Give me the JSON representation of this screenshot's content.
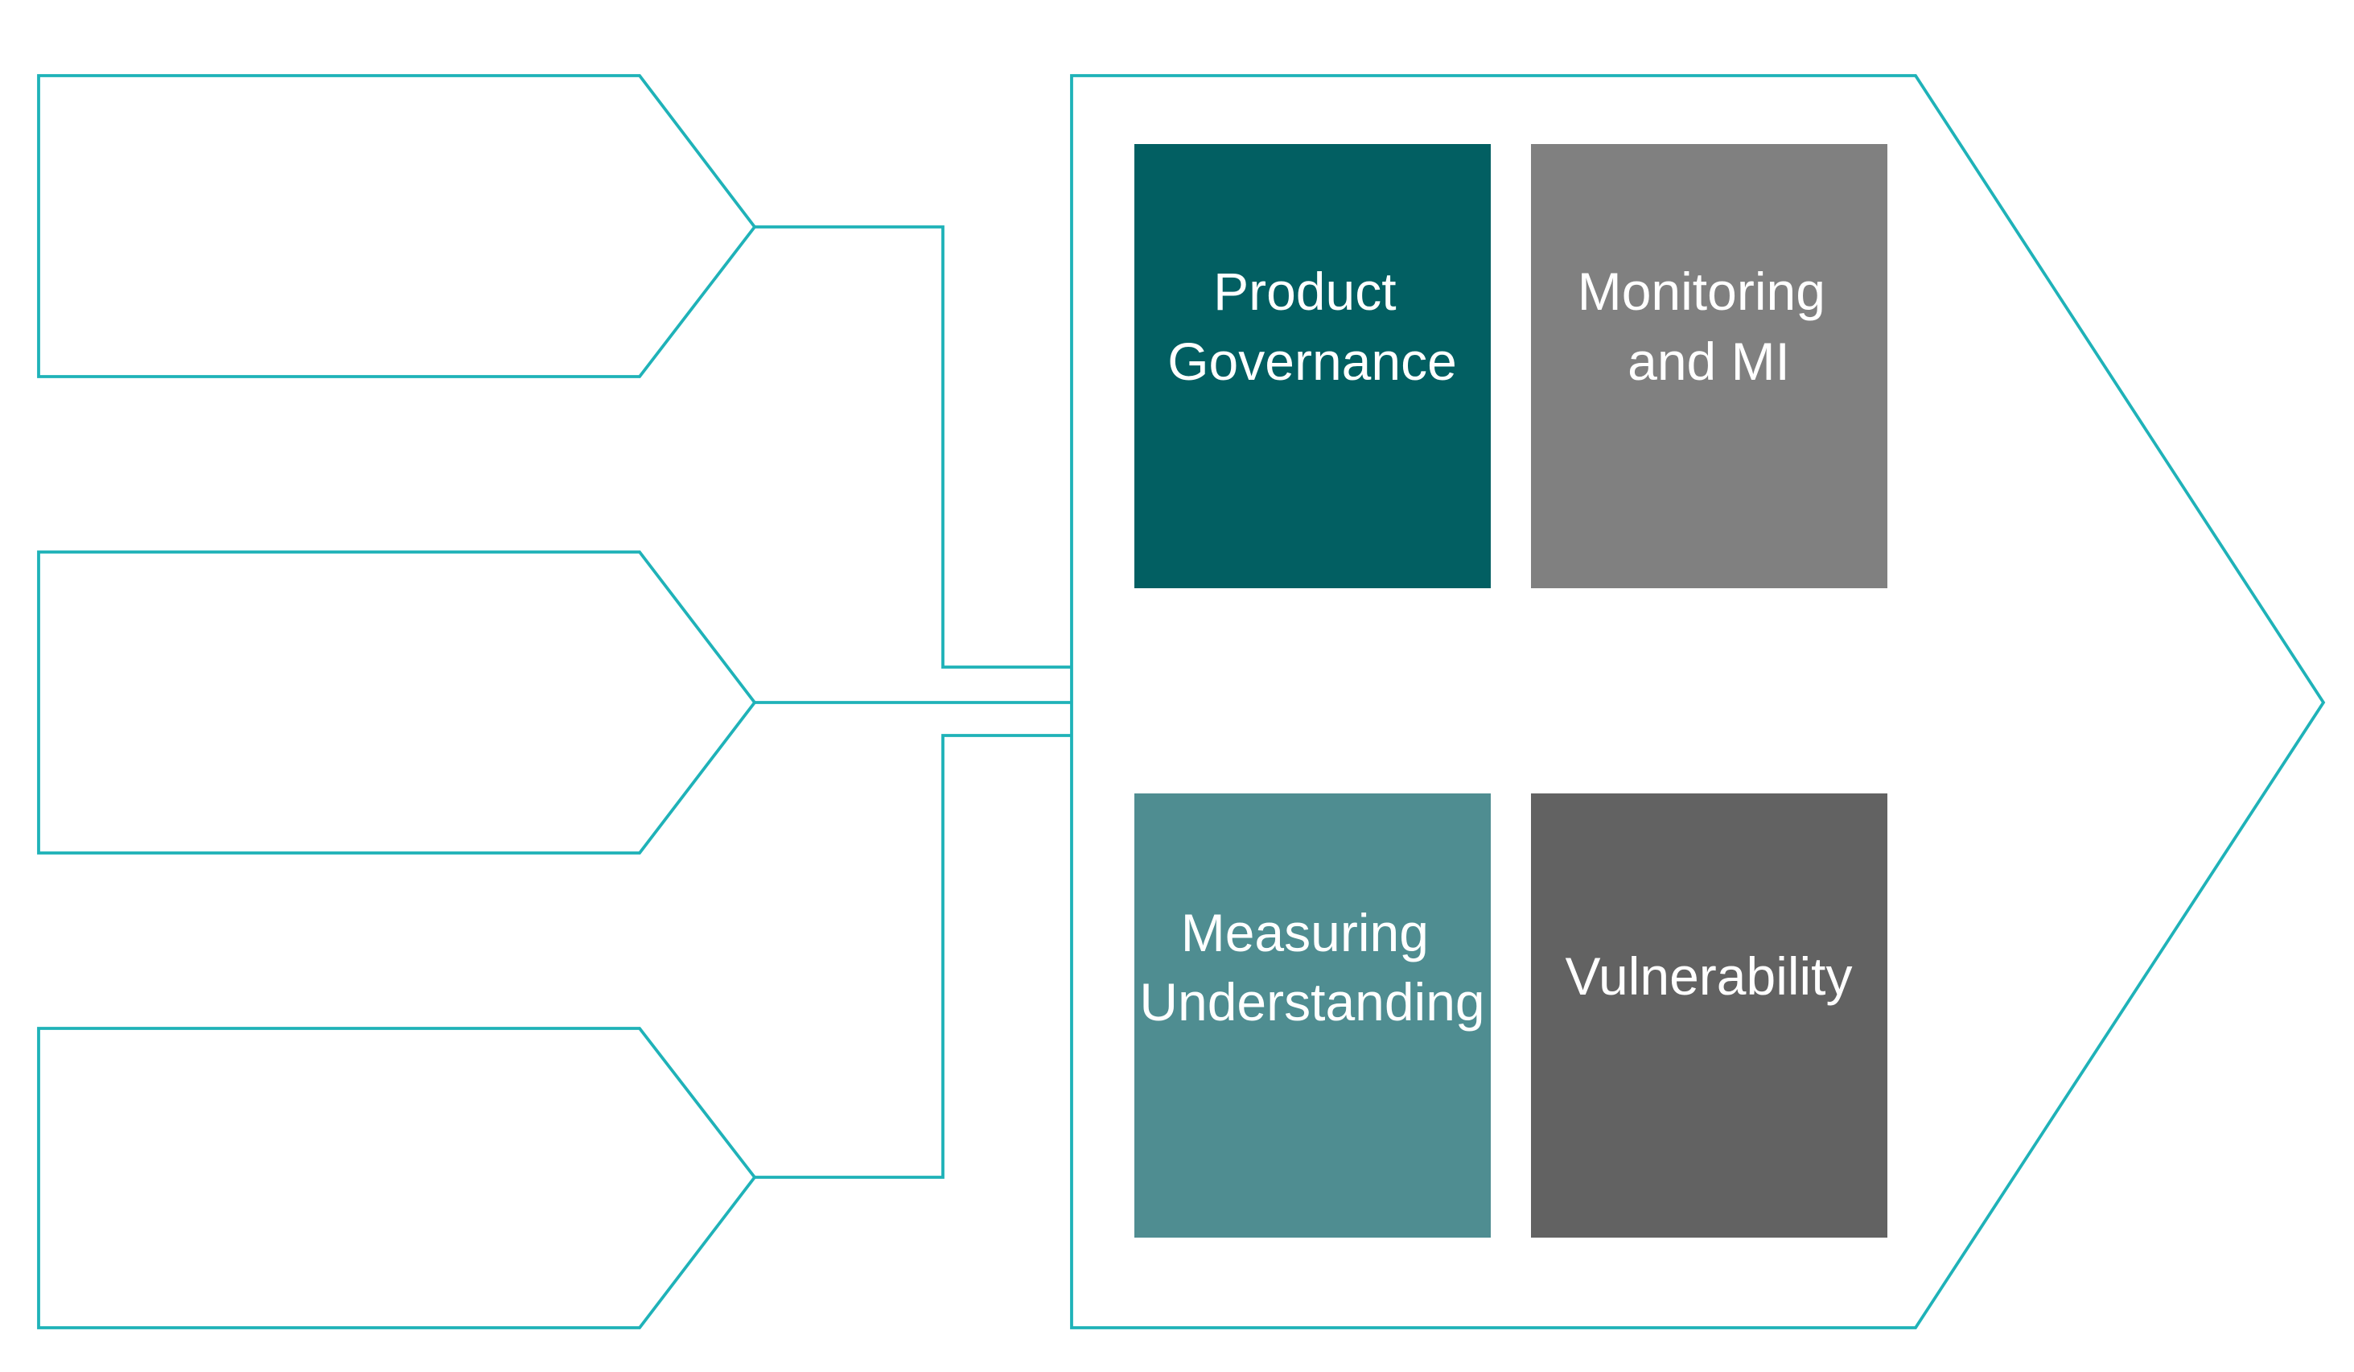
{
  "colors": {
    "outline": "#1fb2b8",
    "background": "#ffffff",
    "label_text": "#ffffff"
  },
  "input_shapes": [
    {
      "label": ""
    },
    {
      "label": ""
    },
    {
      "label": ""
    }
  ],
  "boxes": [
    {
      "id": "product-governance",
      "lines": [
        "Product",
        "Governance"
      ],
      "color": "#025f62"
    },
    {
      "id": "monitoring-and-mi",
      "lines": [
        "Monitoring",
        "and MI"
      ],
      "color": "#808080"
    },
    {
      "id": "measuring-understanding",
      "lines": [
        "Measuring",
        "Understanding"
      ],
      "color": "#4f8d91"
    },
    {
      "id": "vulnerability",
      "lines": [
        "Vulnerability"
      ],
      "color": "#626262"
    }
  ]
}
